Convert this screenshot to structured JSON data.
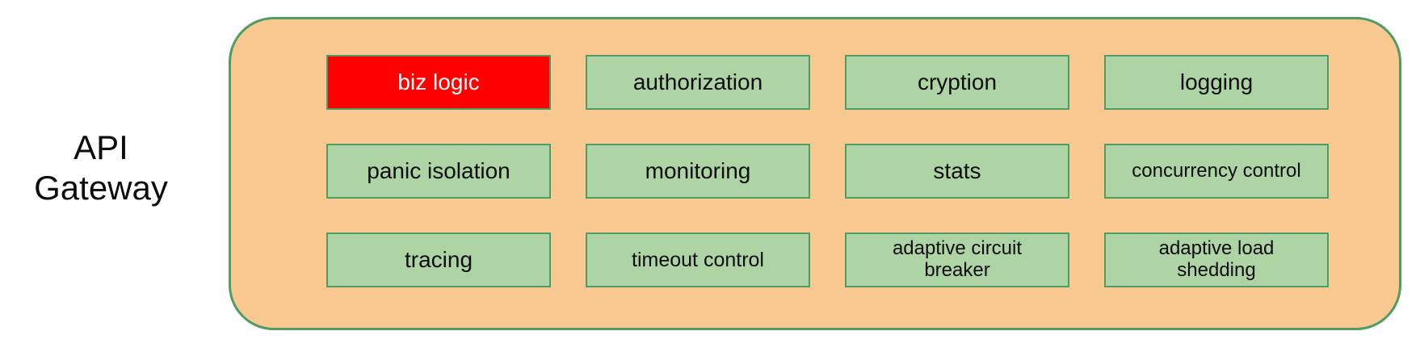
{
  "diagram": {
    "title": "API Gateway",
    "colors": {
      "container_fill": "#F9C991",
      "box_fill": "#AED3A4",
      "border_green": "#4F9D63",
      "danger_fill": "#FF0000"
    },
    "grid": {
      "rows": 3,
      "cols": 4
    },
    "boxes": [
      {
        "label": "biz logic",
        "variant": "danger"
      },
      {
        "label": "authorization"
      },
      {
        "label": "cryption"
      },
      {
        "label": "logging"
      },
      {
        "label": "panic isolation"
      },
      {
        "label": "monitoring"
      },
      {
        "label": "stats"
      },
      {
        "label": "concurrency control",
        "size": "sm"
      },
      {
        "label": "tracing"
      },
      {
        "label": "timeout control",
        "size": "md"
      },
      {
        "label": "adaptive circuit breaker",
        "size": "sm"
      },
      {
        "label": "adaptive load shedding",
        "size": "sm"
      }
    ]
  }
}
